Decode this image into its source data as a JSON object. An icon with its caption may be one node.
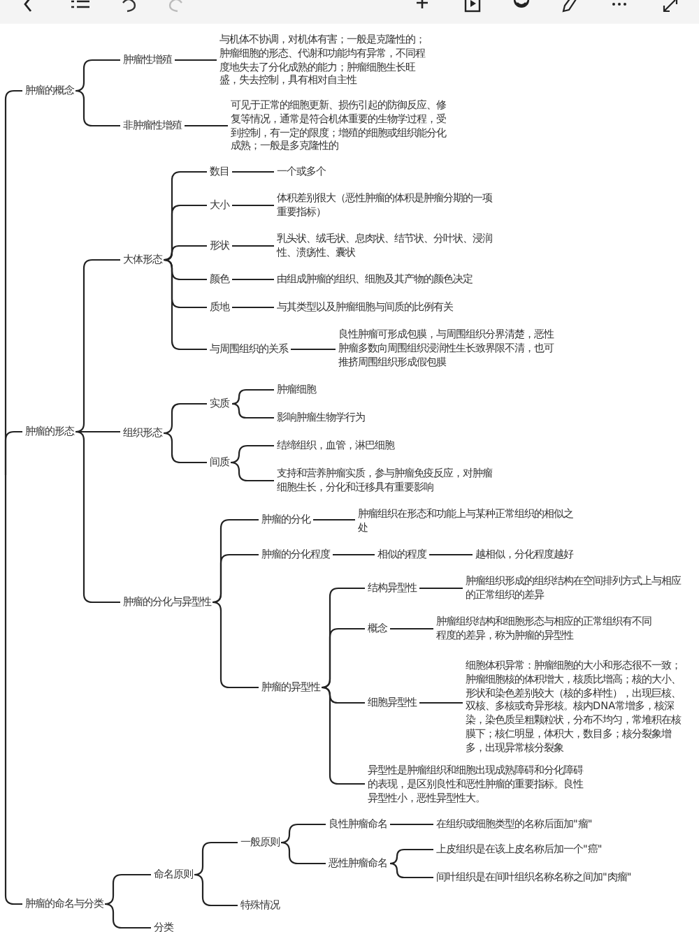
{
  "diagram": {
    "nodes": [
      {
        "text": [
          "肿瘤的概念"
        ]
      },
      {
        "text": [
          "肿瘤性增殖"
        ]
      },
      {
        "text": [
          "与机体不协调，对机体有害；一般是克隆性的；肿瘤细胞的形态、代谢和功能均有异常，不同程度地失去了分化成熟的能力；肿瘤细胞生长旺盛，失去控制，具有相对自主性"
        ]
      },
      {
        "text": [
          "非肿瘤性增殖"
        ]
      },
      {
        "text": [
          "可见于正常的细胞更新、损伤引起的防御反应、修复等情况，通常是符合机体重要的生物学过程，受到控制，有一定的限度；增殖的细胞或组织能分化成熟；一般是多克隆性的"
        ]
      },
      {
        "text": [
          "肿瘤的形态"
        ]
      },
      {
        "text": [
          "大体形态"
        ]
      },
      {
        "text": [
          "数目"
        ]
      },
      {
        "text": [
          "一个或多个"
        ]
      },
      {
        "text": [
          "大小"
        ]
      },
      {
        "text": [
          "体积差别很大（恶性肿瘤的体积是肿瘤分期的一项重要指标）"
        ]
      },
      {
        "text": [
          "形状"
        ]
      },
      {
        "text": [
          "乳头状、绒毛状、息肉状、结节状、分叶状、浸润性、溃疡性、囊状"
        ]
      },
      {
        "text": [
          "颜色"
        ]
      },
      {
        "text": [
          "由组成肿瘤的组织、细胞及其产物的颜色决定"
        ]
      },
      {
        "text": [
          "质地"
        ]
      },
      {
        "text": [
          "与其类型以及肿瘤细胞与间质的比例有关"
        ]
      },
      {
        "text": [
          "与周围组织的关系"
        ]
      },
      {
        "text": [
          "良性肿瘤可形成包膜，与周围组织分界清楚，恶性肿瘤多数向周围组织浸润性生长致界限不清，也可推挤周围组织形成假包膜"
        ]
      },
      {
        "text": [
          "组织形态"
        ]
      },
      {
        "text": [
          "实质"
        ]
      },
      {
        "text": [
          "肿瘤细胞"
        ]
      },
      {
        "text": [
          "影响肿瘤生物学行为"
        ]
      },
      {
        "text": [
          "间质"
        ]
      },
      {
        "text": [
          "结缔组织，血管，淋巴细胞"
        ]
      },
      {
        "text": [
          "支持和营养肿瘤实质，参与肿瘤免疫反应，对肿瘤细胞生长，分化和迁移具有重要影响"
        ]
      },
      {
        "text": [
          "肿瘤的分化与异型性"
        ]
      },
      {
        "text": [
          "肿瘤的分化"
        ]
      },
      {
        "text": [
          "肿瘤组织在形态和功能上与某种正常组织的相似之处"
        ]
      },
      {
        "text": [
          "肿瘤的分化程度"
        ]
      },
      {
        "text": [
          "相似的程度"
        ]
      },
      {
        "text": [
          "越相似，分化程度越好"
        ]
      },
      {
        "text": [
          "肿瘤的异型性"
        ]
      },
      {
        "text": [
          "结构异型性"
        ]
      },
      {
        "text": [
          "肿瘤组织形成的组织结构在空间排列方式上与相应的正常组织的差异"
        ]
      },
      {
        "text": [
          "概念"
        ]
      },
      {
        "text": [
          "肿瘤组织结构和细胞形态与相应的正常组织有不同程度的差异，称为肿瘤的异型性"
        ]
      },
      {
        "text": [
          "细胞异型性"
        ]
      },
      {
        "text": [
          "细胞体积异常：肿瘤细胞的大小和形态很不一致；肿瘤细胞核的体积增大，核质比增高；核的大小、形状和染色差别较大（核的多样性），出现巨核、双核、多核或奇异形核。核内DNA常增多，核深染，染色质呈粗颗粒状，分布不均匀，常堆积在核膜下；核仁明显，体积大，数目多；核分裂象增多，出现异常核分裂象"
        ]
      },
      {
        "text": [
          "异型性是肿瘤组织和细胞出现成熟障碍和分化障碍的表现，是区别良性和恶性肿瘤的重要指标。良性异型性小，恶性异型性大。"
        ]
      },
      {
        "text": [
          "肿瘤的命名与分类"
        ]
      },
      {
        "text": [
          "命名原则"
        ]
      },
      {
        "text": [
          "一般原则"
        ]
      },
      {
        "text": [
          "良性肿瘤命名"
        ]
      },
      {
        "text": [
          "在组织或细胞类型的名称后面加\"瘤\""
        ]
      },
      {
        "text": [
          "恶性肿瘤命名"
        ]
      },
      {
        "text": [
          "上皮组织是在该上皮名称后加一个\"癌\""
        ]
      },
      {
        "text": [
          "间叶组织是在间叶组织名称名称之间加\"肉瘤\""
        ]
      },
      {
        "text": [
          "特殊情况"
        ]
      },
      {
        "text": [
          "分类"
        ]
      }
    ],
    "edges": [
      {
        "from": null,
        "to": 0,
        "arrow": "none"
      },
      {
        "from": null,
        "to": 5,
        "arrow": "none"
      },
      {
        "from": null,
        "to": 40,
        "arrow": "none"
      },
      {
        "from": 0,
        "to": 1,
        "arrow": "none"
      },
      {
        "from": 1,
        "to": 2,
        "arrow": "none"
      },
      {
        "from": 0,
        "to": 3,
        "arrow": "none"
      },
      {
        "from": 3,
        "to": 4,
        "arrow": "none"
      },
      {
        "from": 5,
        "to": 6,
        "arrow": "none"
      },
      {
        "from": 5,
        "to": 19,
        "arrow": "none"
      },
      {
        "from": 5,
        "to": 26,
        "arrow": "none"
      },
      {
        "from": 6,
        "to": 7,
        "arrow": "none"
      },
      {
        "from": 7,
        "to": 8,
        "arrow": "none"
      },
      {
        "from": 6,
        "to": 9,
        "arrow": "none"
      },
      {
        "from": 9,
        "to": 10,
        "arrow": "none"
      },
      {
        "from": 6,
        "to": 11,
        "arrow": "none"
      },
      {
        "from": 11,
        "to": 12,
        "arrow": "none"
      },
      {
        "from": 6,
        "to": 13,
        "arrow": "none"
      },
      {
        "from": 13,
        "to": 14,
        "arrow": "none"
      },
      {
        "from": 6,
        "to": 15,
        "arrow": "none"
      },
      {
        "from": 15,
        "to": 16,
        "arrow": "none"
      },
      {
        "from": 6,
        "to": 17,
        "arrow": "none"
      },
      {
        "from": 17,
        "to": 18,
        "arrow": "none"
      },
      {
        "from": 19,
        "to": 20,
        "arrow": "none"
      },
      {
        "from": 20,
        "to": 21,
        "arrow": "none"
      },
      {
        "from": 20,
        "to": 22,
        "arrow": "none"
      },
      {
        "from": 19,
        "to": 23,
        "arrow": "none"
      },
      {
        "from": 23,
        "to": 24,
        "arrow": "none"
      },
      {
        "from": 23,
        "to": 25,
        "arrow": "none"
      },
      {
        "from": 26,
        "to": 27,
        "arrow": "none"
      },
      {
        "from": 27,
        "to": 28,
        "arrow": "none"
      },
      {
        "from": 26,
        "to": 29,
        "arrow": "none"
      },
      {
        "from": 29,
        "to": 30,
        "arrow": "none"
      },
      {
        "from": 30,
        "to": 31,
        "arrow": "none"
      },
      {
        "from": 26,
        "to": 32,
        "arrow": "none"
      },
      {
        "from": 32,
        "to": 33,
        "arrow": "none"
      },
      {
        "from": 33,
        "to": 34,
        "arrow": "none"
      },
      {
        "from": 32,
        "to": 35,
        "arrow": "none"
      },
      {
        "from": 35,
        "to": 36,
        "arrow": "none"
      },
      {
        "from": 32,
        "to": 37,
        "arrow": "none"
      },
      {
        "from": 37,
        "to": 38,
        "arrow": "none"
      },
      {
        "from": 32,
        "to": 39,
        "arrow": "none"
      },
      {
        "from": 40,
        "to": 41,
        "arrow": "none"
      },
      {
        "from": 41,
        "to": 42,
        "arrow": "none"
      },
      {
        "from": 42,
        "to": 43,
        "arrow": "none"
      },
      {
        "from": 43,
        "to": 44,
        "arrow": "none"
      },
      {
        "from": 42,
        "to": 45,
        "arrow": "none"
      },
      {
        "from": 45,
        "to": 46,
        "arrow": "none"
      },
      {
        "from": 45,
        "to": 47,
        "arrow": "none"
      },
      {
        "from": 41,
        "to": 48,
        "arrow": "none"
      },
      {
        "from": 40,
        "to": 49,
        "arrow": "none"
      }
    ]
  }
}
